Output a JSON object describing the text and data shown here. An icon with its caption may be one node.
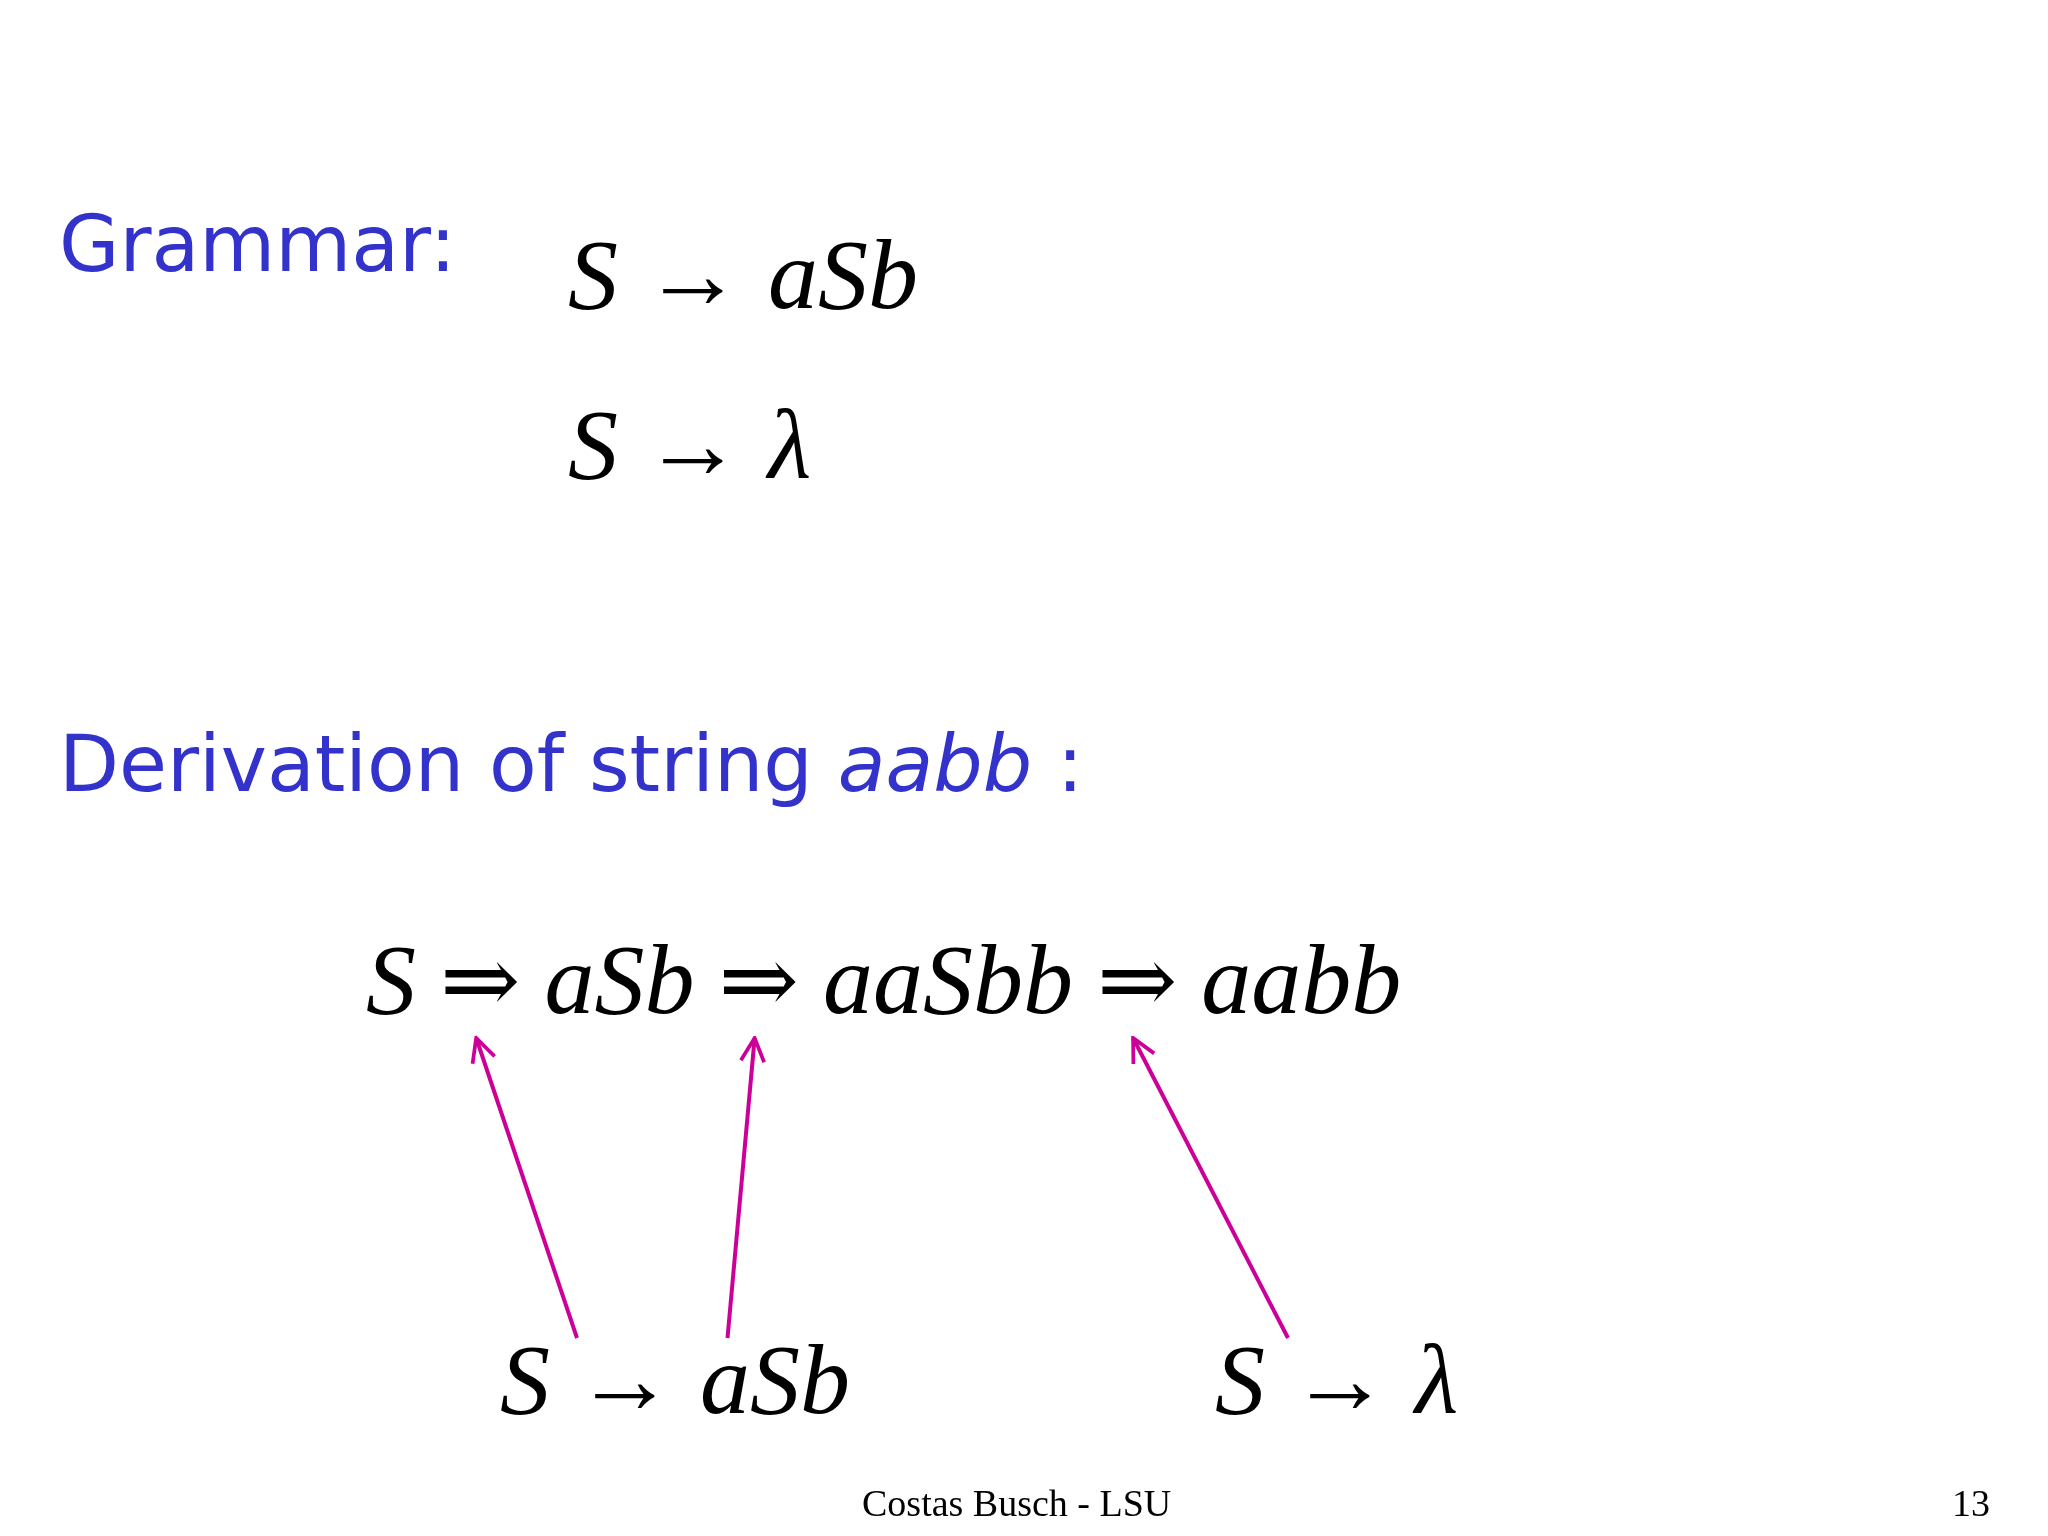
{
  "diagram": {
    "nodes": [
      {
        "text": [
          "⇒"
        ]
      },
      {
        "text": [
          "⇒"
        ]
      },
      {
        "text": [
          "⇒"
        ]
      },
      {
        "text": [
          "S → aSb"
        ]
      },
      {
        "text": [
          "S → λ"
        ]
      }
    ],
    "edges": [
      {
        "from": 3,
        "to": 0,
        "arrow": "to"
      },
      {
        "from": 3,
        "to": 1,
        "arrow": "to"
      },
      {
        "from": 4,
        "to": 2,
        "arrow": "to"
      }
    ],
    "labels": [
      "Grammar:",
      "S → aSb",
      "S → λ",
      "Derivation of string *aabb* :",
      "S",
      "aSb",
      "aaSbb",
      "aabb",
      "Costas Busch - LSU",
      "13"
    ]
  }
}
